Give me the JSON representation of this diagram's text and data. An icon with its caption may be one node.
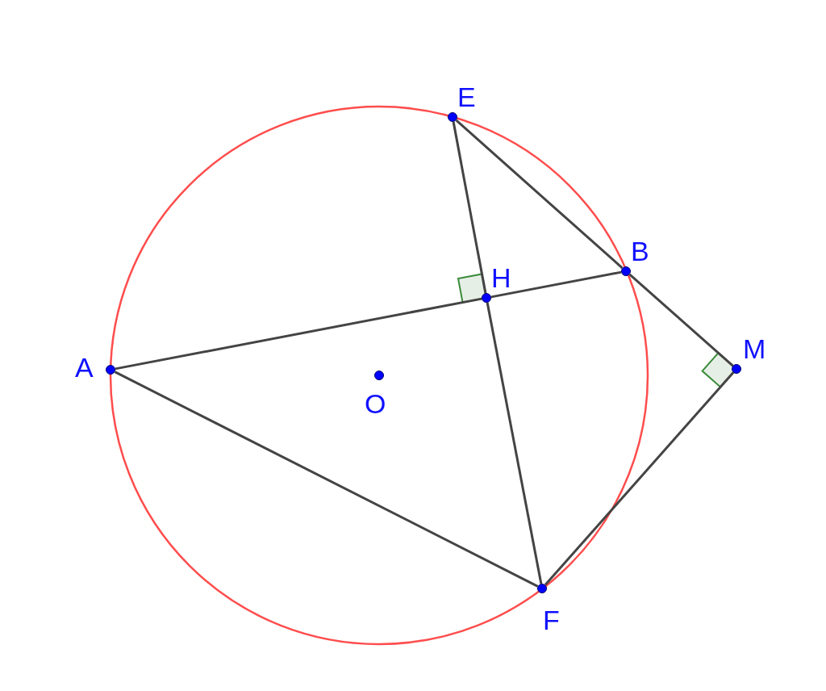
{
  "diagram": {
    "nodes": [
      {
        "text": [
          "E"
        ]
      },
      {
        "text": [
          "B"
        ]
      },
      {
        "text": [
          "H"
        ]
      },
      {
        "text": [
          "M"
        ]
      },
      {
        "text": [
          "A"
        ]
      },
      {
        "text": [
          "O"
        ]
      },
      {
        "text": [
          "F"
        ]
      }
    ],
    "edges": [
      {
        "from": 0,
        "to": 2,
        "arrow": "none"
      },
      {
        "from": 2,
        "to": 6,
        "arrow": "none"
      },
      {
        "from": 4,
        "to": 2,
        "arrow": "none"
      },
      {
        "from": 2,
        "to": 1,
        "arrow": "none"
      },
      {
        "from": 4,
        "to": 6,
        "arrow": "none"
      },
      {
        "from": 0,
        "to": 1,
        "arrow": "none"
      },
      {
        "from": 1,
        "to": 3,
        "arrow": "none"
      },
      {
        "from": 3,
        "to": 6,
        "arrow": "none"
      }
    ]
  }
}
